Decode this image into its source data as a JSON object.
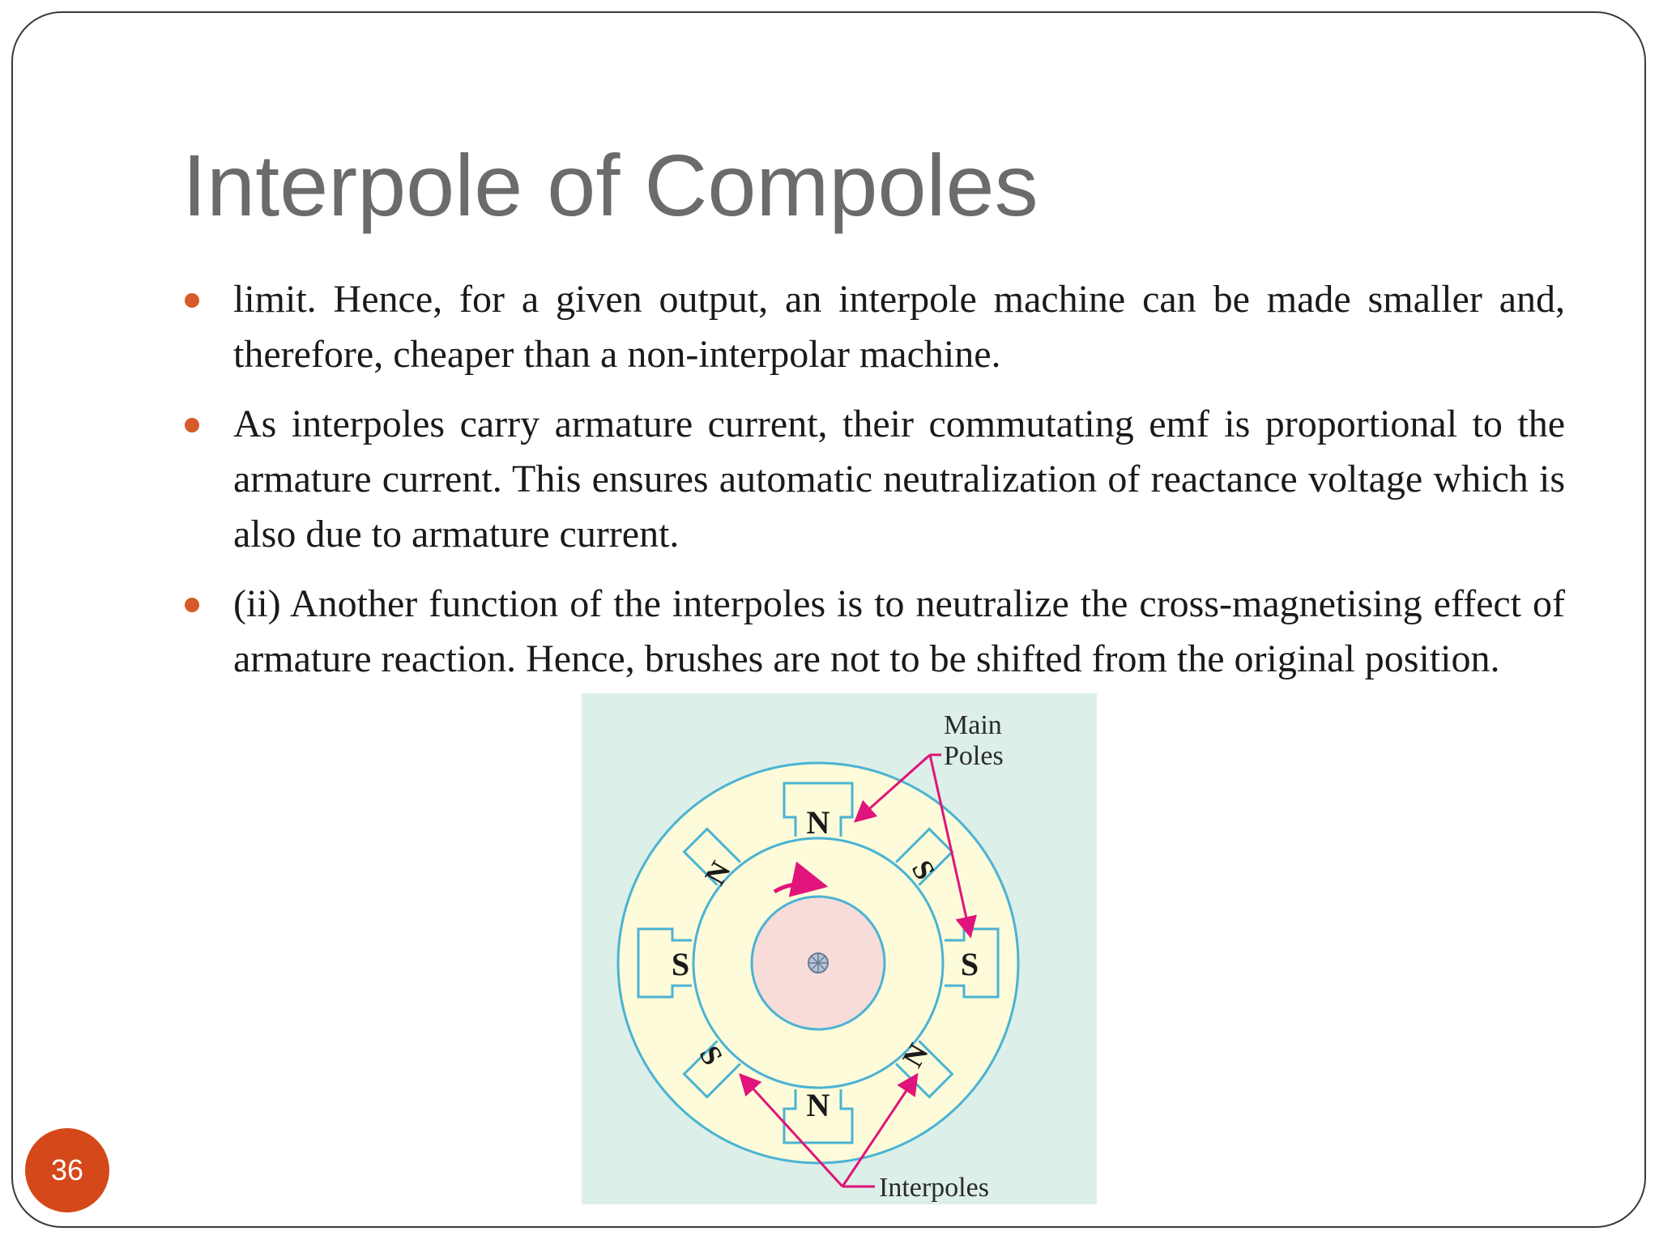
{
  "slide": {
    "title": "Interpole of Compoles",
    "page_number": "36"
  },
  "bullets": [
    "limit. Hence, for a given output, an interpole machine can be made smaller and, therefore, cheaper than a non-interpolar machine.",
    "As interpoles carry armature current, their commutating emf is proportional to the armature current. This ensures automatic neutralization of reactance voltage which is also due to armature current.",
    "(ii) Another function of the interpoles is to neutralize the cross-magnetising effect of armature reaction. Hence, brushes are not to be shifted from the original position."
  ],
  "figure": {
    "main_poles_label_line1": "Main",
    "main_poles_label_line2": "Poles",
    "interpoles_label": "Interpoles",
    "main_pole_top": "N",
    "main_pole_bottom": "N",
    "main_pole_left": "S",
    "main_pole_right": "S",
    "interpole_upper_left": "N",
    "interpole_upper_right": "S",
    "interpole_lower_left": "S",
    "interpole_lower_right": "N"
  },
  "colors": {
    "accent": "#d4481a",
    "bullet": "#d65a2a",
    "title": "#6b6b6b",
    "arrow": "#e0147a",
    "yoke_fill": "#fdfbd9",
    "outline": "#4ab3d4",
    "armature_fill": "#f8dcd9",
    "figure_background": "#dcefe8"
  }
}
